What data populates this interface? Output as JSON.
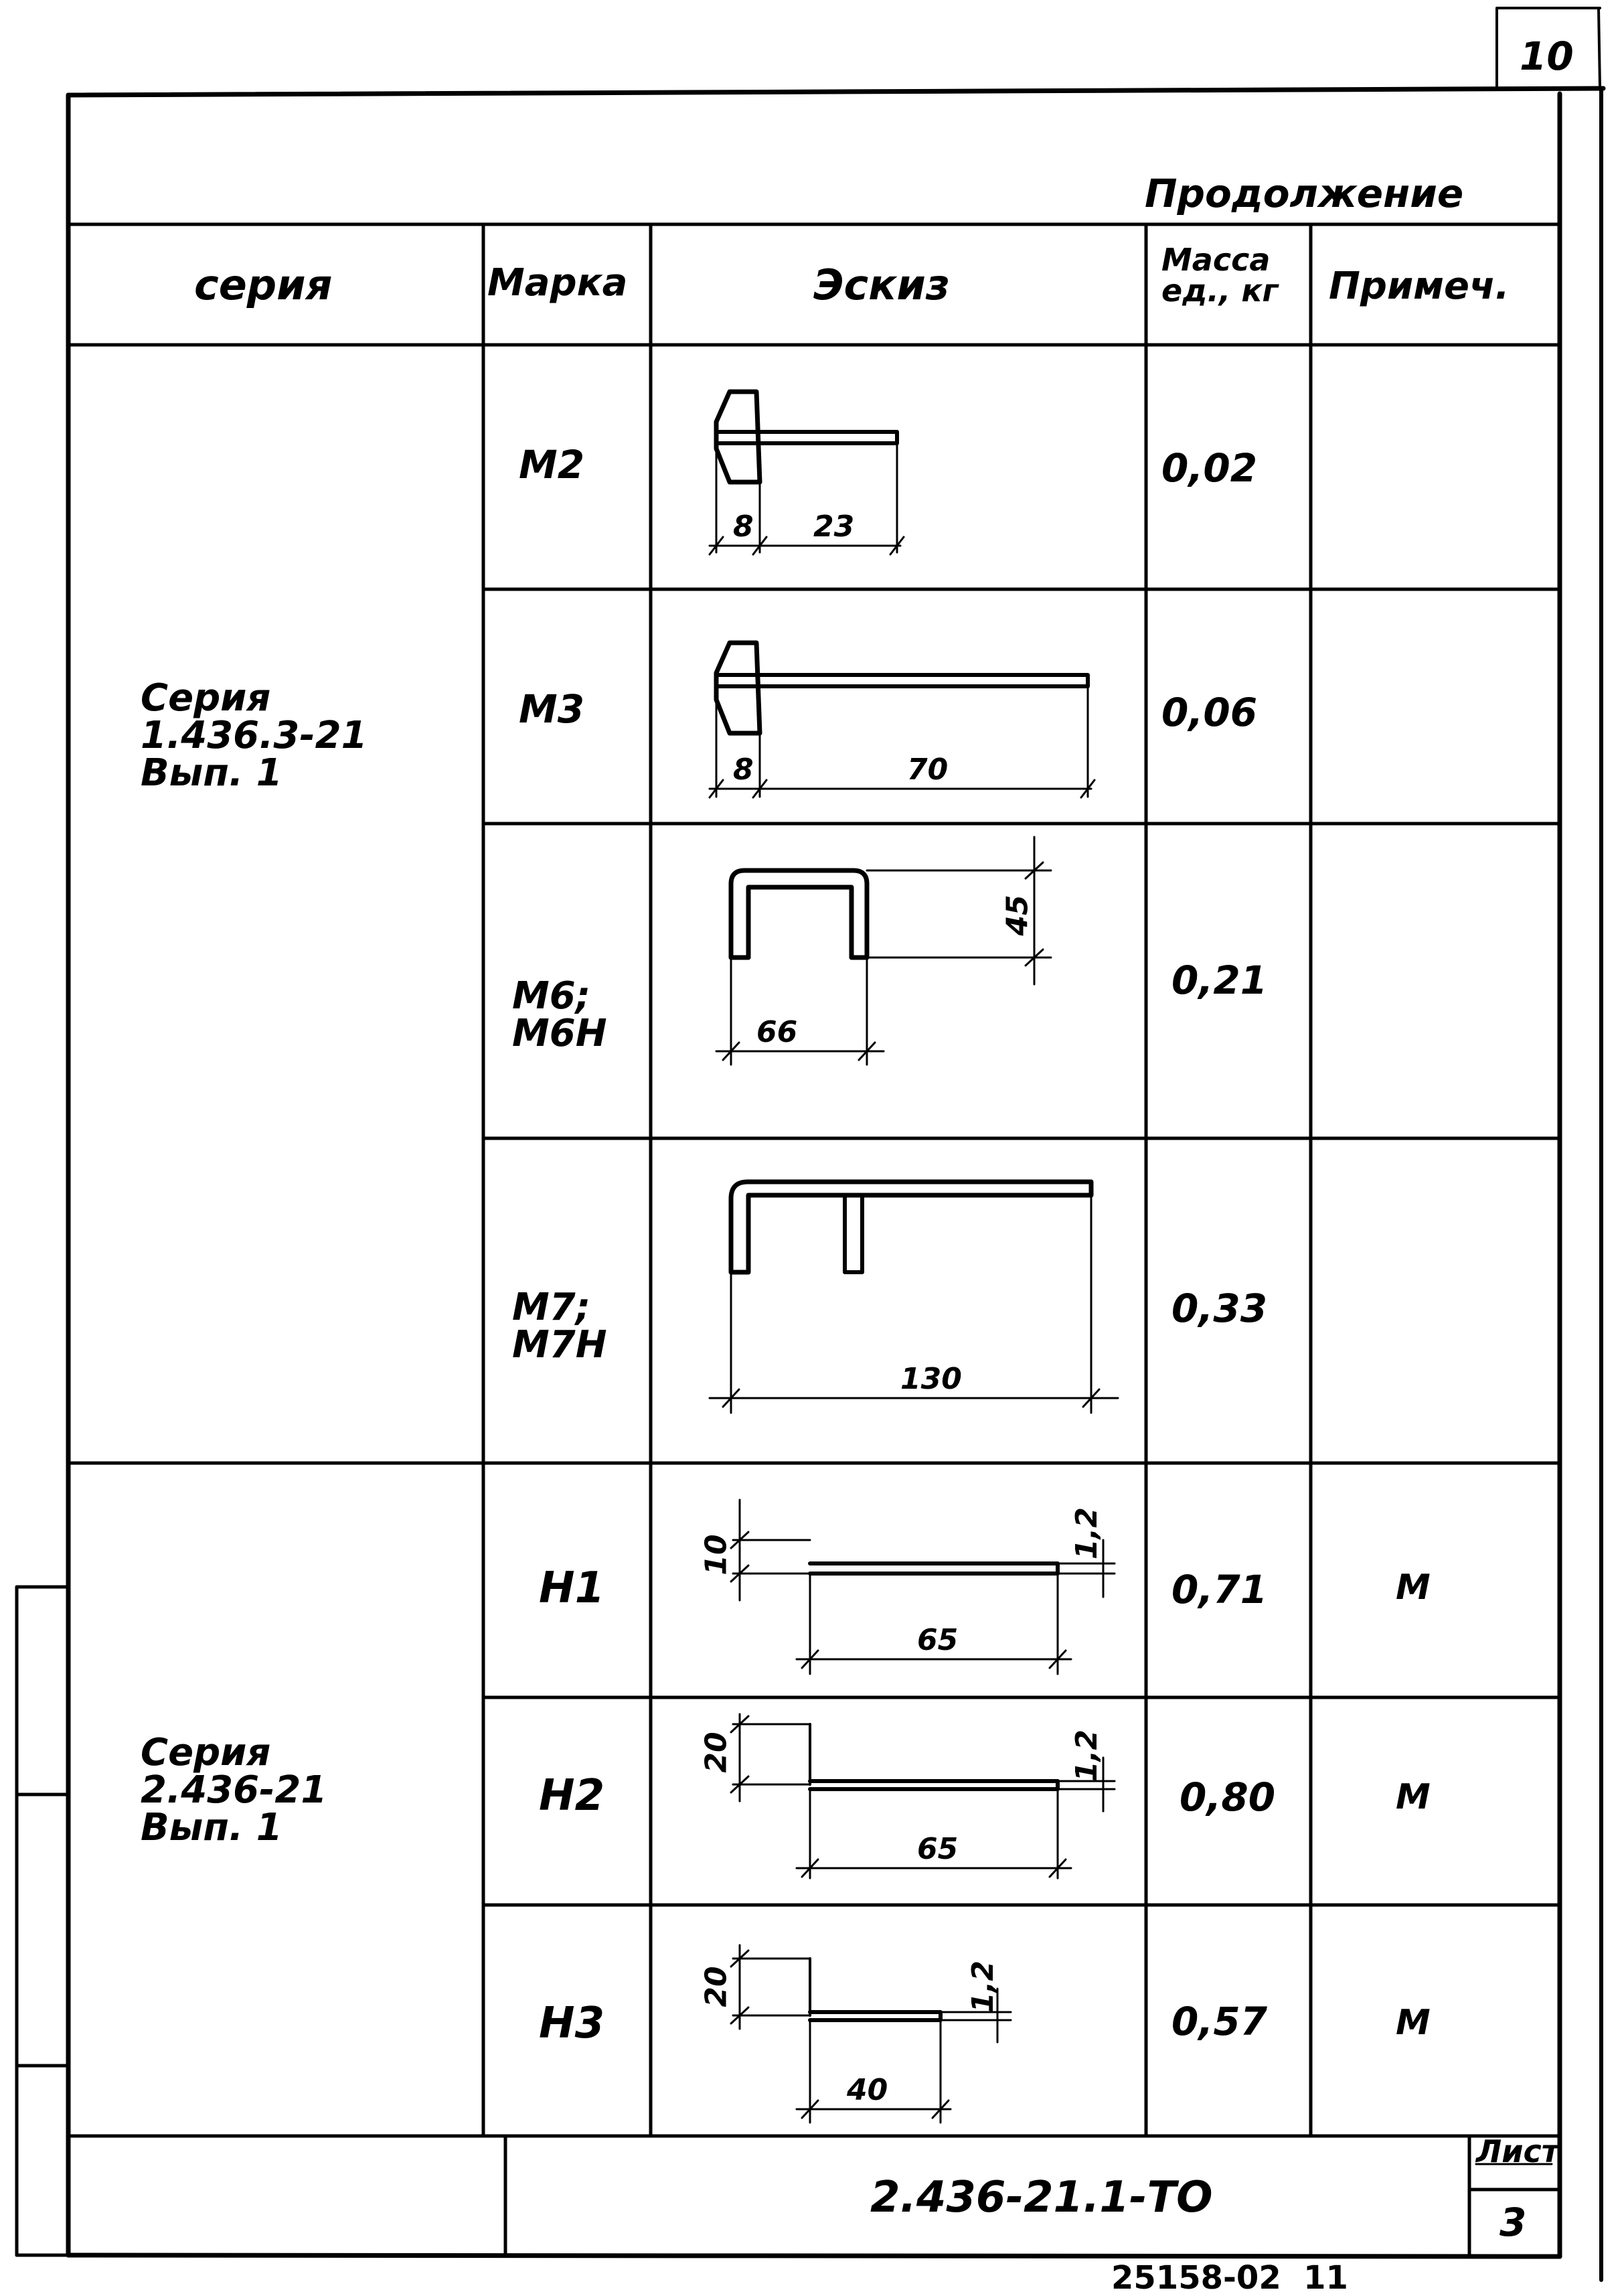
{
  "sheet_number": "10",
  "continuation": "Продолжение",
  "headers": {
    "series": "серия",
    "mark": "Марка",
    "sketch": "Эскиз",
    "mass": "Масса\nед., кг",
    "note": "Примеч."
  },
  "series_groups": [
    {
      "label": "Серия\n1.436.3-21\nВып. 1"
    },
    {
      "label": "Серия\n2.436-21\nВып. 1"
    }
  ],
  "rows": [
    {
      "mark": "М2",
      "mass": "0,02",
      "note": "",
      "dims": [
        "8",
        "23"
      ]
    },
    {
      "mark": "М3",
      "mass": "0,06",
      "note": "",
      "dims": [
        "8",
        "70"
      ]
    },
    {
      "mark": "М6;\nМ6Н",
      "mass": "0,21",
      "note": "",
      "dims": [
        "45",
        "66"
      ]
    },
    {
      "mark": "М7;\nМ7Н",
      "mass": "0,33",
      "note": "",
      "dims": [
        "130"
      ]
    },
    {
      "mark": "Н1",
      "mass": "0,71",
      "note": "М",
      "dims": [
        "10",
        "1,2",
        "65"
      ]
    },
    {
      "mark": "Н2",
      "mass": "0,80",
      "note": "М",
      "dims": [
        "20",
        "1,2",
        "65"
      ]
    },
    {
      "mark": "Н3",
      "mass": "0,57",
      "note": "М",
      "dims": [
        "20",
        "1,2",
        "40"
      ]
    }
  ],
  "footer": {
    "document_code": "2.436-21.1-ТО",
    "sheet_label": "Лист",
    "sheet_value": "3",
    "archive_number": "25158-02  11"
  }
}
